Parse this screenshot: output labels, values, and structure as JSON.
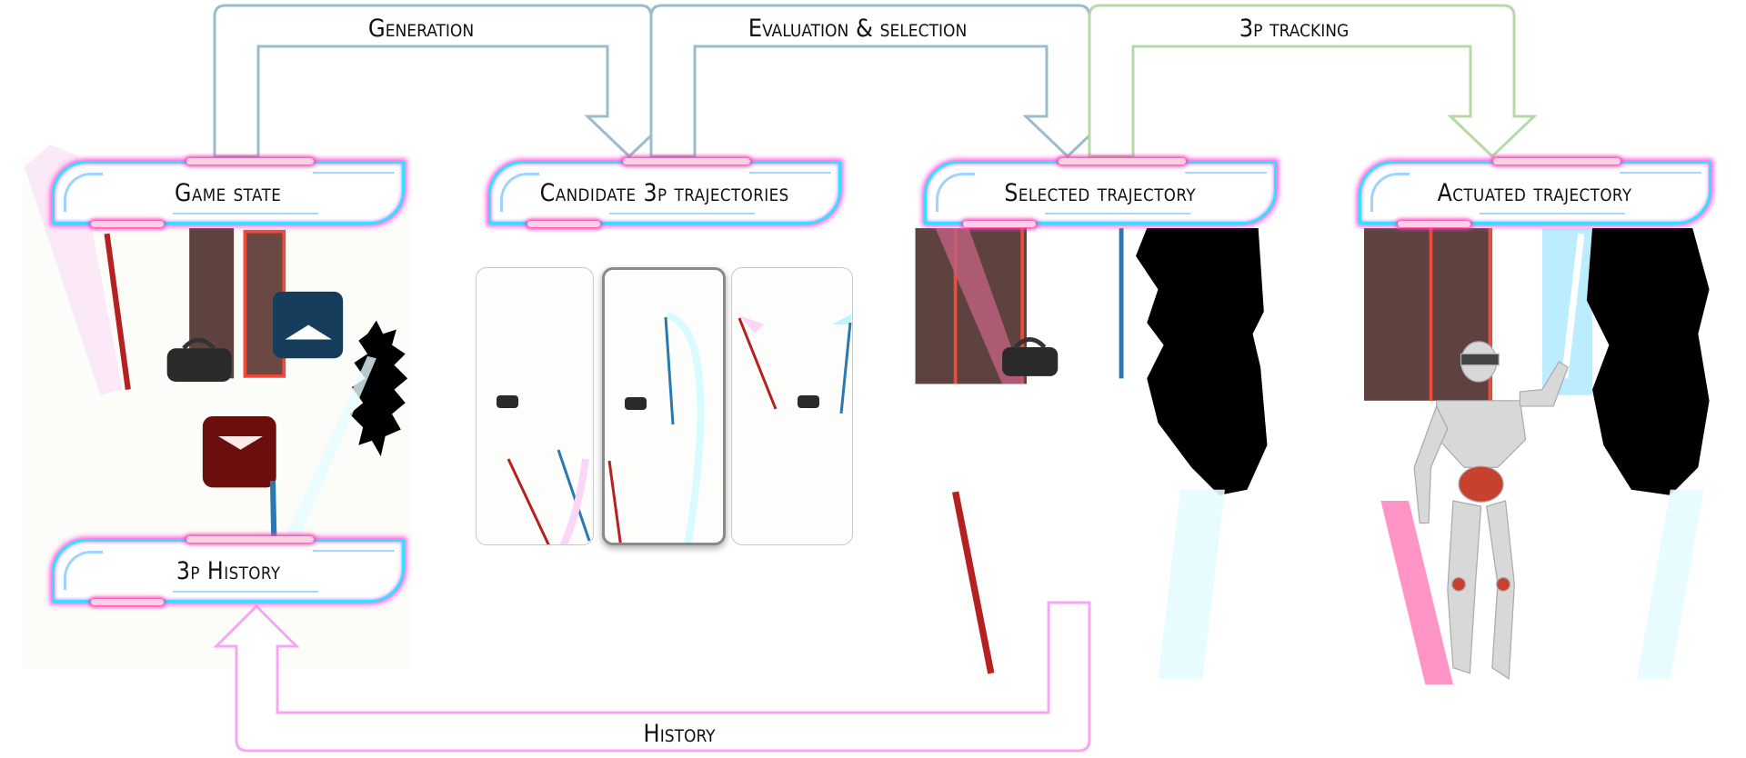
{
  "arrows": {
    "generation": "Generation",
    "evaluation_selection": "Evaluation & selection",
    "tracking": "3p tracking",
    "history": "History"
  },
  "boxes": {
    "game_state": "Game state",
    "candidates": "Candidate 3p trajectories",
    "selected": "Selected trajectory",
    "actuated": "Actuated trajectory",
    "history_3p": "3p History"
  },
  "candidate_panels": [
    {
      "selected": false
    },
    {
      "selected": true
    },
    {
      "selected": false
    }
  ],
  "colors": {
    "blue_arrow": "#9bbccc",
    "green_arrow": "#b6d9a8",
    "pink_arrow": "#f8a6f2",
    "neon_cyan": "#2fe3ff",
    "neon_magenta": "#ff4fe0",
    "red_saber": "#b52020",
    "blue_saber": "#2a78b0"
  }
}
